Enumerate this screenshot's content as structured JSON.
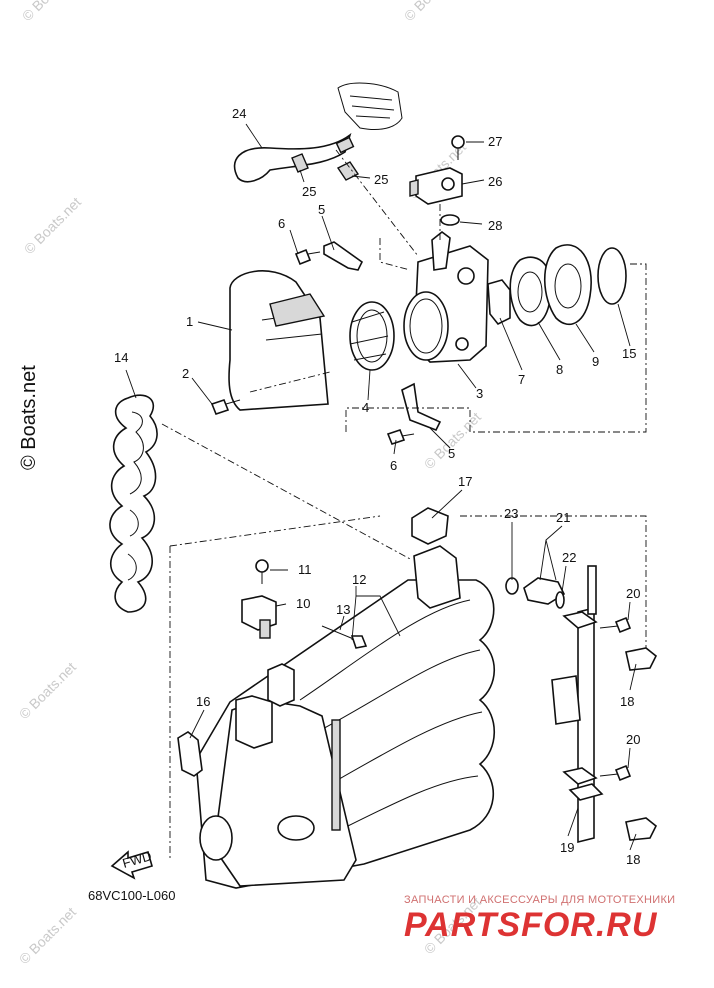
{
  "watermark": "© Boats.net",
  "side_mark": "© Boats.net",
  "drawing_code": "68VC100-L060",
  "fwd_label": "FWD",
  "shop": {
    "slogan": "ЗАПЧАСТИ И АКСЕССУАРЫ ДЛЯ МОТОТЕХНИКИ",
    "logo": "PARTSFOR.RU"
  },
  "callouts": [
    "24",
    "27",
    "25",
    "25",
    "26",
    "28",
    "6",
    "5",
    "1",
    "2",
    "4",
    "3",
    "7",
    "8",
    "9",
    "15",
    "6",
    "5",
    "14",
    "17",
    "23",
    "21",
    "22",
    "11",
    "12",
    "10",
    "13",
    "20",
    "18",
    "16",
    "20",
    "19",
    "18"
  ]
}
